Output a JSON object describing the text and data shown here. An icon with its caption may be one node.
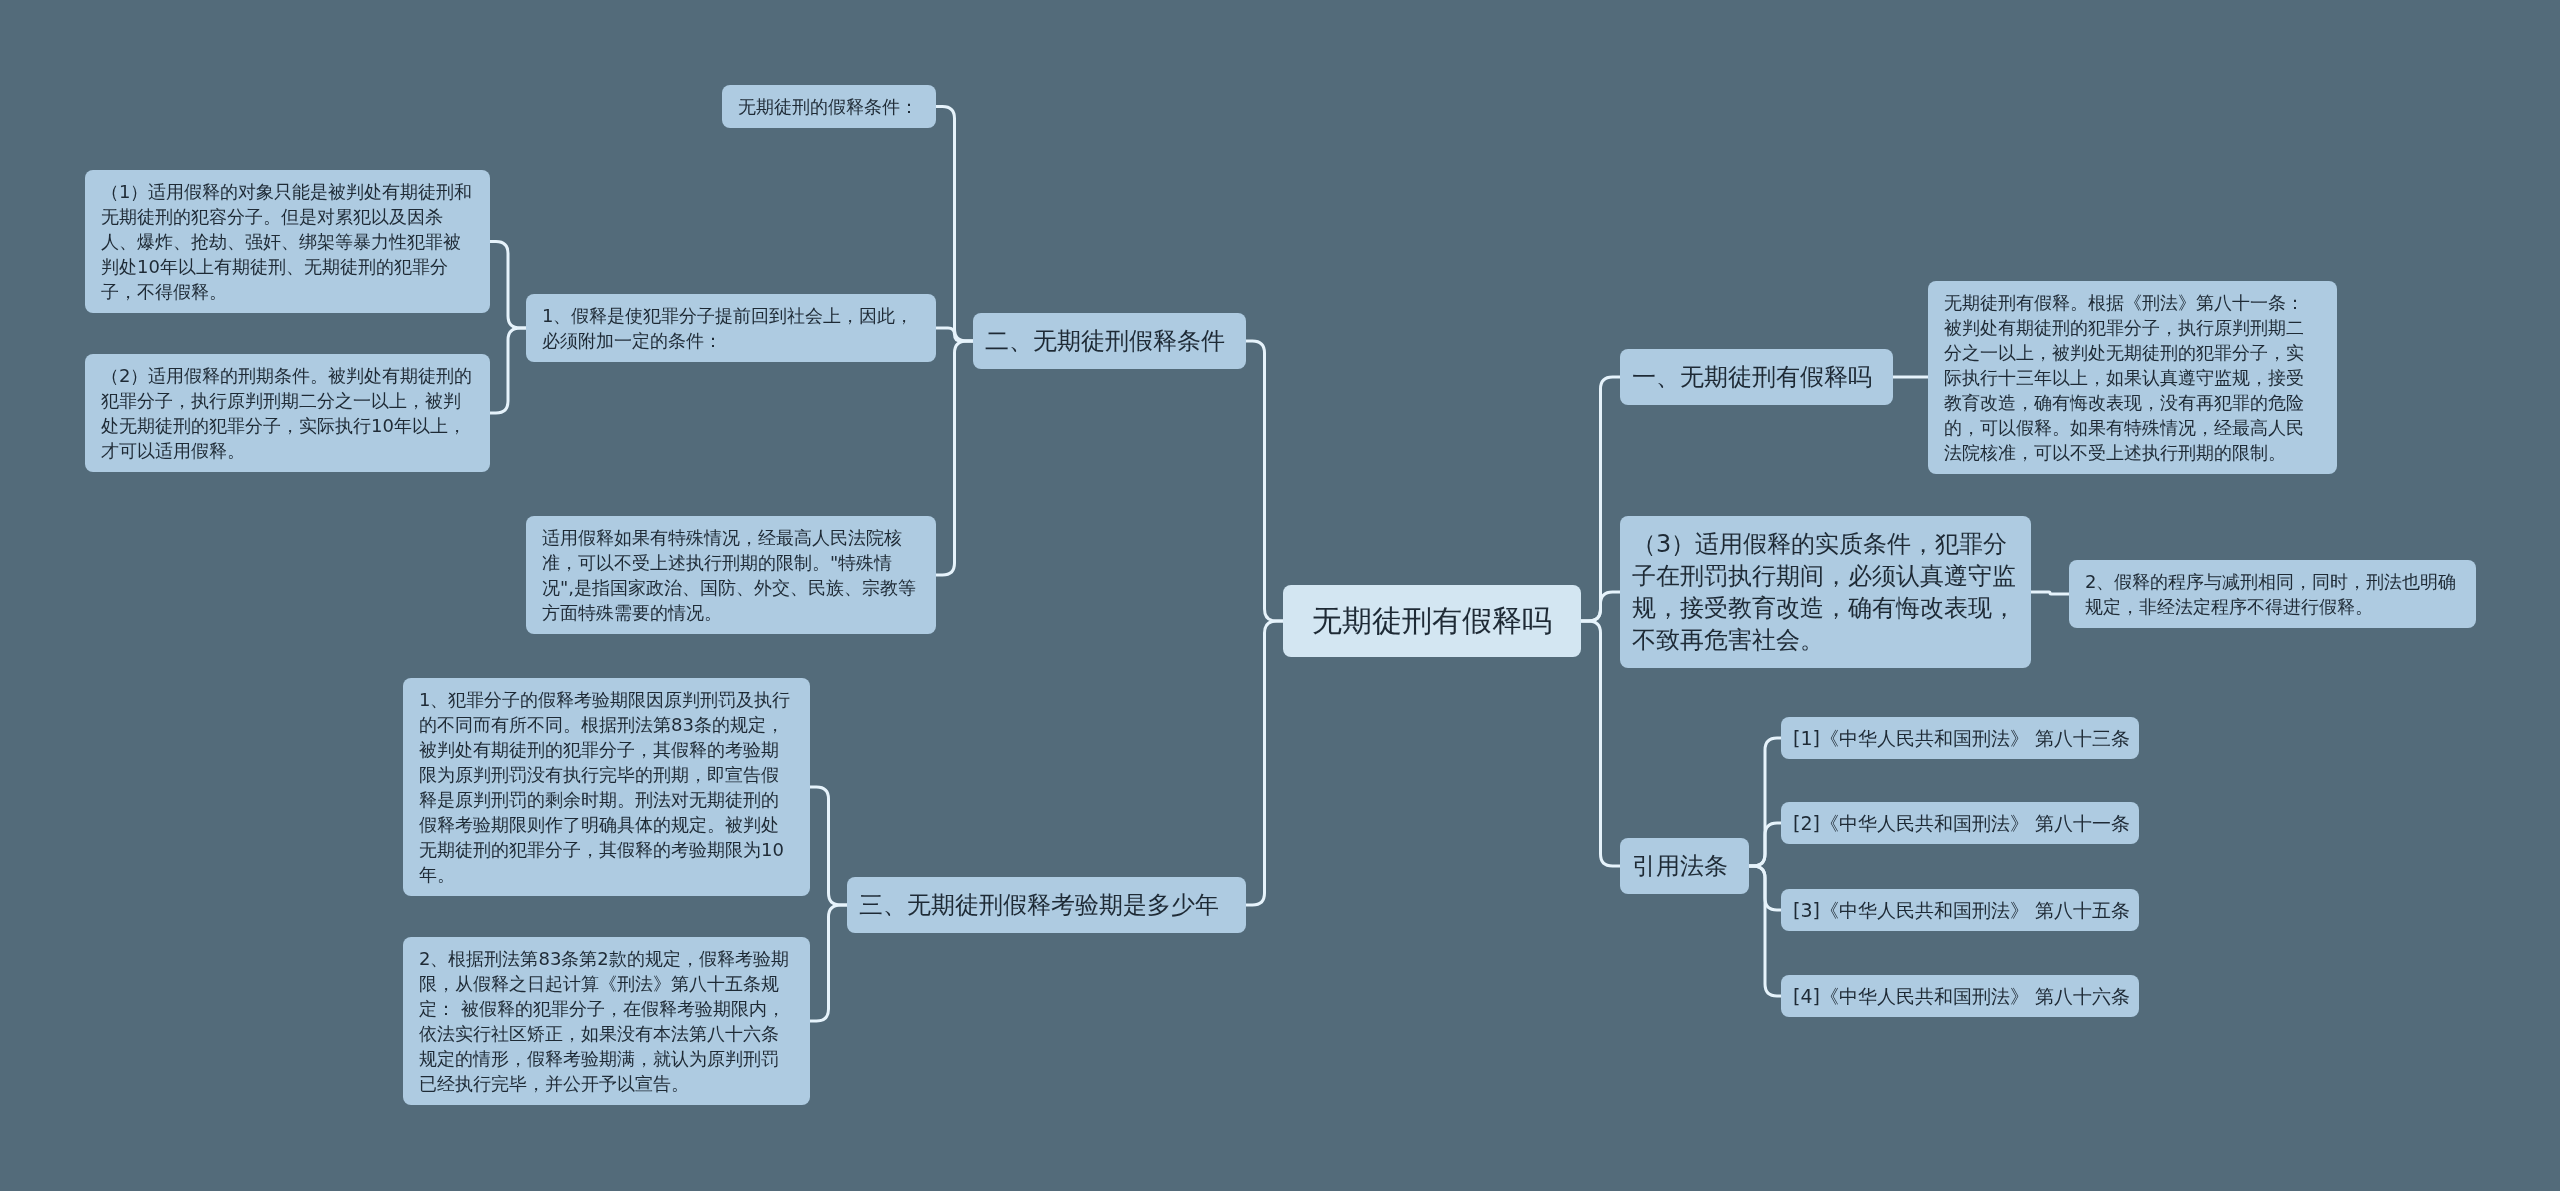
{
  "diagram": {
    "nodes": [
      {
        "text": [
          "无期徒刑有假释吗"
        ]
      },
      {
        "text": [
          "二、无期徒刑假释条件"
        ]
      },
      {
        "text": [
          "无期徒刑的假释条件："
        ]
      },
      {
        "text": [
          "1、假释是使犯罪分子提前回到社会上，因此，必须附加一定的条件："
        ]
      },
      {
        "text": [
          "（1）适用假释的对象只能是被判处有期徒刑和无期徒刑的犯容分子。但是对累犯以及因杀人、爆炸、抢劫、强奸、绑架等暴力性犯罪被判处10年以上有期徒刑、无期徒刑的犯罪分子，不得假释。"
        ]
      },
      {
        "text": [
          "（2）适用假释的刑期条件。被判处有期徒刑的犯罪分子，执行原判刑期二分之一以上，被判处无期徒刑的犯罪分子，实际执行10年以上，才可以适用假释。"
        ]
      },
      {
        "text": [
          "适用假释如果有特殊情况，经最高人民法院核准，可以不受上述执行刑期的限制。\"特殊情况\",是指国家政治、国防、外交、民族、宗教等方面特殊需要的情况。"
        ]
      },
      {
        "text": [
          "三、无期徒刑假释考验期是多少年"
        ]
      },
      {
        "text": [
          "1、犯罪分子的假释考验期限因原判刑罚及执行的不同而有所不同。根据刑法第83条的规定，被判处有期徒刑的犯罪分子，其假释的考验期限为原判刑罚没有执行完毕的刑期，即宣告假释是原判刑罚的剩余时期。刑法对无期徒刑的假释考验期限则作了明确具体的规定。被判处无期徒刑的犯罪分子，其假释的考验期限为10年。"
        ]
      },
      {
        "text": [
          "2、根据刑法第83条第2款的规定，假释考验期限，从假释之日起计算《刑法》第八十五条规定： 被假释的犯罪分子，在假释考验期限内，依法实行社区矫正，如果没有本法第八十六条规定的情形，假释考验期满，就认为原判刑罚已经执行完毕，并公开予以宣告。"
        ]
      },
      {
        "text": [
          "一、无期徒刑有假释吗"
        ]
      },
      {
        "text": [
          "无期徒刑有假释。根据《刑法》第八十一条：被判处有期徒刑的犯罪分子，执行原判刑期二分之一以上，被判处无期徒刑的犯罪分子，实际执行十三年以上，如果认真遵守监规，接受教育改造，确有悔改表现，没有再犯罪的危险的，可以假释。如果有特殊情况，经最高人民法院核准，可以不受上述执行刑期的限制。"
        ]
      },
      {
        "text": [
          "（3）适用假释的实质条件，犯罪分子在刑罚执行期间，必须认真遵守监规，接受教育改造，确有悔改表现，不致再危害社会。"
        ]
      },
      {
        "text": [
          "2、假释的程序与减刑相同，同时，刑法也明确规定，非经法定程序不得进行假释。"
        ]
      },
      {
        "text": [
          "引用法条"
        ]
      },
      {
        "text": [
          "[1]《中华人民共和国刑法》 第八十三条"
        ]
      },
      {
        "text": [
          "[2]《中华人民共和国刑法》 第八十一条"
        ]
      },
      {
        "text": [
          "[3]《中华人民共和国刑法》 第八十五条"
        ]
      },
      {
        "text": [
          "[4]《中华人民共和国刑法》 第八十六条"
        ]
      }
    ],
    "edges": [
      {
        "from": 0,
        "to": 1,
        "arrow": "none"
      },
      {
        "from": 1,
        "to": 2,
        "arrow": "none"
      },
      {
        "from": 1,
        "to": 3,
        "arrow": "none"
      },
      {
        "from": 3,
        "to": 4,
        "arrow": "none"
      },
      {
        "from": 3,
        "to": 5,
        "arrow": "none"
      },
      {
        "from": 1,
        "to": 6,
        "arrow": "none"
      },
      {
        "from": 0,
        "to": 7,
        "arrow": "none"
      },
      {
        "from": 7,
        "to": 8,
        "arrow": "none"
      },
      {
        "from": 7,
        "to": 9,
        "arrow": "none"
      },
      {
        "from": 0,
        "to": 10,
        "arrow": "none"
      },
      {
        "from": 10,
        "to": 11,
        "arrow": "none"
      },
      {
        "from": 0,
        "to": 12,
        "arrow": "none"
      },
      {
        "from": 12,
        "to": 13,
        "arrow": "none"
      },
      {
        "from": 0,
        "to": 14,
        "arrow": "none"
      },
      {
        "from": 14,
        "to": 15,
        "arrow": "none"
      },
      {
        "from": 14,
        "to": 16,
        "arrow": "none"
      },
      {
        "from": 14,
        "to": 17,
        "arrow": "none"
      },
      {
        "from": 14,
        "to": 18,
        "arrow": "none"
      }
    ]
  }
}
